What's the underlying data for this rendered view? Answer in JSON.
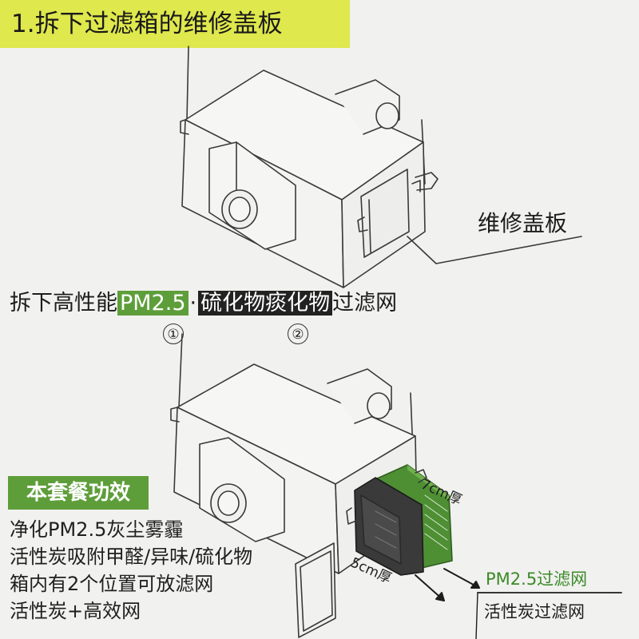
{
  "step_title": "1.拆下过滤箱的维修盖板",
  "maintenance_panel_label": "维修盖板",
  "instruction": {
    "prefix": "拆下高性能",
    "pm_highlight": "PM2.5",
    "separator": "·",
    "sulfide_highlight": "硫化物痰化物",
    "suffix": "过滤网"
  },
  "position_markers": [
    "①",
    "②"
  ],
  "benefits": {
    "title": "本套餐功效",
    "items": [
      "净化PM2.5灰尘雾霾",
      "活性炭吸附甲醛/异味/硫化物",
      "箱内有2个位置可放滤网",
      "活性炭+高效网"
    ]
  },
  "filters": {
    "thickness_top": "7cm厚",
    "thickness_bottom": "5cm厚",
    "pm_filter_label": "PM2.5过滤网",
    "carbon_filter_label": "活性炭过滤网"
  },
  "colors": {
    "title_bg": "#dfe84c",
    "accent_green": "#5e9e3a",
    "dark_highlight": "#222222",
    "filter_green": "#4e8f34",
    "filter_dark": "#3a3a3a"
  }
}
